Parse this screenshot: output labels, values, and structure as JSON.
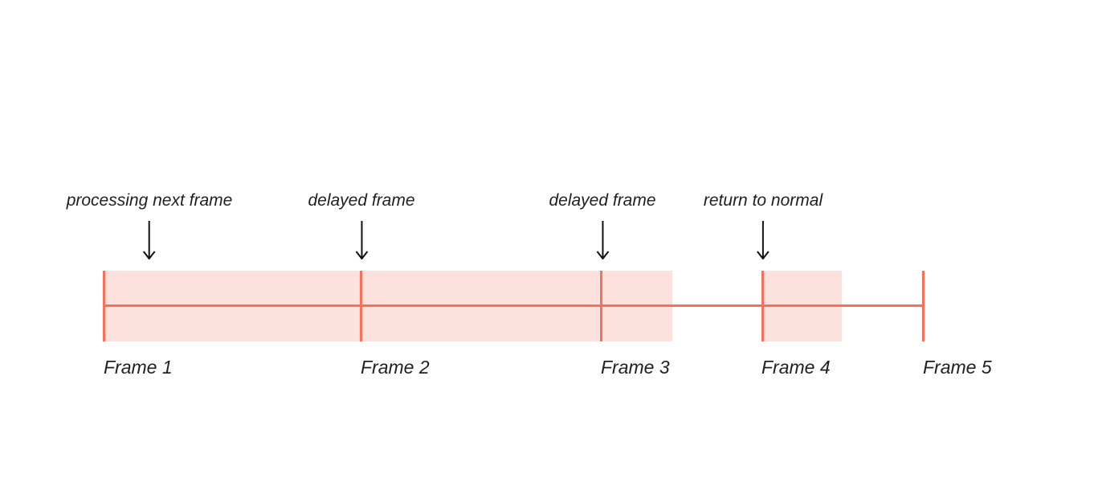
{
  "diagram": {
    "description": "frame rendering timeline with delayed frames",
    "annotations": [
      {
        "label": "processing next frame"
      },
      {
        "label": "delayed frame"
      },
      {
        "label": "delayed frame"
      },
      {
        "label": "return to normal"
      }
    ],
    "frames": [
      {
        "label": "Frame 1"
      },
      {
        "label": "Frame 2"
      },
      {
        "label": "Frame 3"
      },
      {
        "label": "Frame 4"
      },
      {
        "label": "Frame 5"
      }
    ],
    "colors": {
      "timeline": "#f7705c",
      "band": "#fce1dd",
      "text": "#1f1f1f",
      "arrow": "#111111",
      "background": "#ffffff"
    }
  }
}
